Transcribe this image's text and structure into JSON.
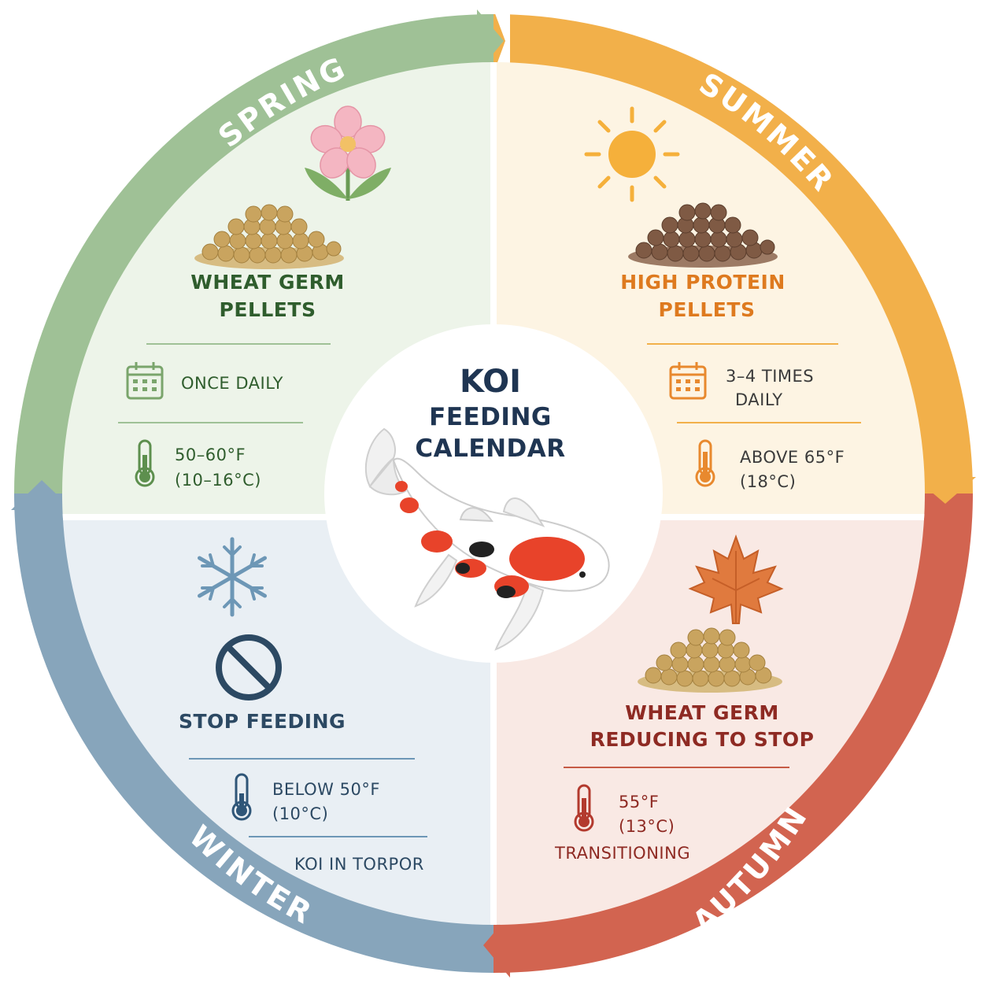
{
  "center": {
    "title": "KOI",
    "subtitle_line1": "FEEDING",
    "subtitle_line2": "CALENDAR"
  },
  "colors": {
    "spring": "#9fc196",
    "spring_bg": "#edf4e9",
    "spring_text": "#2f5d2d",
    "summer": "#f2b04a",
    "summer_bg": "#fdf4e3",
    "summer_text": "#de7a1f",
    "autumn": "#d26450",
    "autumn_bg": "#f9e9e4",
    "autumn_text": "#8e2a23",
    "winter": "#87a5bb",
    "winter_bg": "#e9eff4",
    "winter_text": "#2c4963"
  },
  "seasons": {
    "spring": {
      "name": "SPRING",
      "food_line1": "WHEAT GERM",
      "food_line2": "PELLETS",
      "frequency": "ONCE DAILY",
      "temp_line1": "50–60°F",
      "temp_line2": "(10–16°C)",
      "icon": "flower-icon"
    },
    "summer": {
      "name": "SUMMER",
      "food_line1": "HIGH PROTEIN",
      "food_line2": "PELLETS",
      "frequency_line1": "3–4 TIMES",
      "frequency_line2": "DAILY",
      "temp_line1": "ABOVE 65°F",
      "temp_line2": "(18°C)",
      "icon": "sun-icon"
    },
    "autumn": {
      "name": "AUTUMN",
      "food_line1": "WHEAT GERM",
      "food_line2": "REDUCING TO STOP",
      "temp_line1": "55°F",
      "temp_line2": "(13°C)",
      "status": "TRANSITIONING",
      "icon": "maple-leaf-icon"
    },
    "winter": {
      "name": "WINTER",
      "action": "STOP FEEDING",
      "temp_line1": "BELOW 50°F",
      "temp_line2": "(10°C)",
      "status": "KOI IN TORPOR",
      "icon": "snowflake-icon"
    }
  }
}
